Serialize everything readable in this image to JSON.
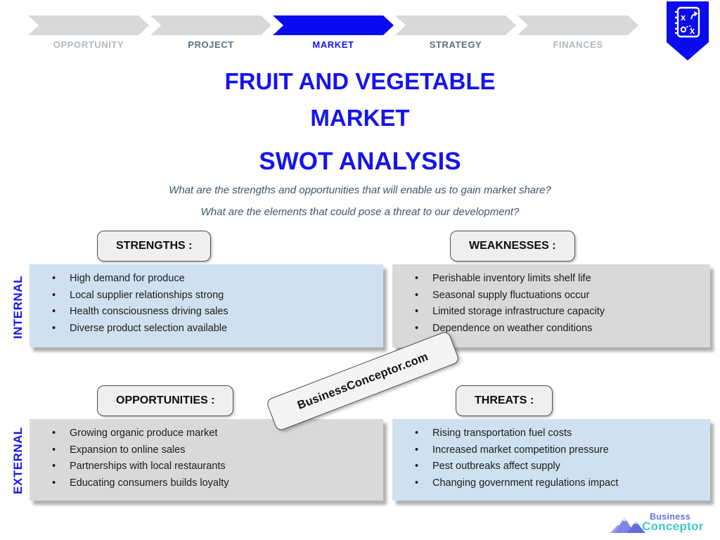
{
  "nav": {
    "steps": [
      {
        "label": "OPPORTUNITY",
        "state": "inactive"
      },
      {
        "label": "PROJECT",
        "state": "mid"
      },
      {
        "label": "MARKET",
        "state": "active"
      },
      {
        "label": "STRATEGY",
        "state": "mid"
      },
      {
        "label": "FINANCES",
        "state": "inactive"
      }
    ]
  },
  "header": {
    "title_line1": "FRUIT AND VEGETABLE",
    "title_line2": "MARKET",
    "analysis_title": "SWOT ANALYSIS",
    "question1": "What are the strengths and opportunities that will enable us to gain market share?",
    "question2": "What are the elements that could pose a threat to our development?"
  },
  "axis": {
    "internal": "INTERNAL",
    "external": "EXTERNAL"
  },
  "quadrants": {
    "strengths": {
      "label": "STRENGTHS :",
      "items": [
        "High demand for produce",
        "Local supplier relationships strong",
        "Health consciousness driving sales",
        "Diverse product selection available"
      ]
    },
    "weaknesses": {
      "label": "WEAKNESSES :",
      "items": [
        "Perishable inventory limits shelf life",
        "Seasonal supply fluctuations occur",
        "Limited storage infrastructure capacity",
        "Dependence on weather conditions"
      ]
    },
    "opportunities": {
      "label": "OPPORTUNITIES :",
      "items": [
        "Growing organic produce market",
        "Expansion to online sales",
        "Partnerships with local restaurants",
        "Educating consumers builds loyalty"
      ]
    },
    "threats": {
      "label": "THREATS :",
      "items": [
        "Rising transportation fuel costs",
        "Increased market competition pressure",
        "Pest outbreaks affect supply",
        "Changing government regulations impact"
      ]
    }
  },
  "watermark": {
    "text": "BusinessConceptor.com"
  },
  "logo": {
    "line1": "Business",
    "line2": "Conceptor"
  },
  "icons": {
    "ribbon": "strategy-tactics-icon",
    "logo": "mountains-icon"
  },
  "colors": {
    "accent_blue": "#1513f0",
    "chevron_blue": "#0b0bf0",
    "chevron_gray": "#d9d9d9",
    "box_blue": "#cfe1f0",
    "box_gray": "#d9d9d9",
    "step_inactive": "#b3b8bf",
    "step_mid": "#5b6e81",
    "question_text": "#44546a",
    "logo_purple": "#6a71da",
    "logo_teal": "#3fc9ca"
  }
}
